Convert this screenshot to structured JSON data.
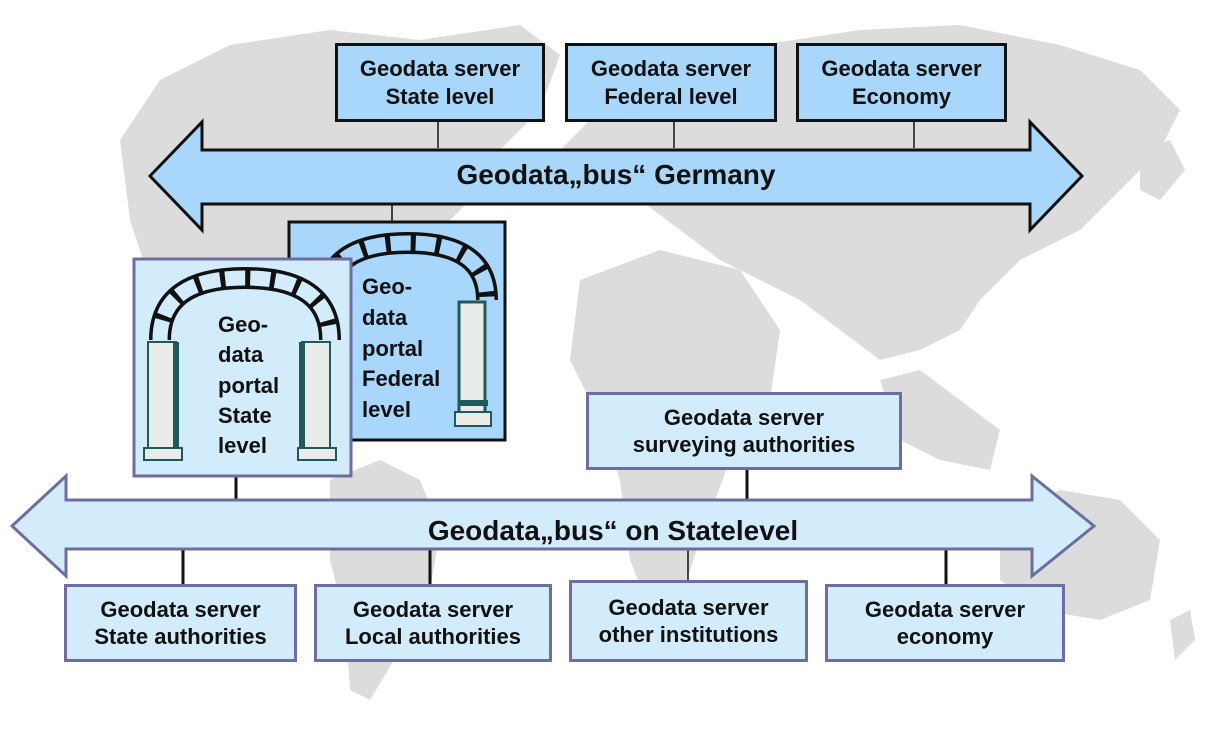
{
  "colors": {
    "map": "#dcdcdc",
    "bus_fill_top": "#a9d6fb",
    "bus_fill_state": "#d3ecfb",
    "box_border_state": "#6d6da0",
    "portal_federal_bg": "#a9d6fb",
    "portal_state_bg": "#d3ecfb",
    "arch_dark": "#1f5a5a"
  },
  "federal_bus": {
    "label": "Geodata„bus“ Germany",
    "servers": [
      {
        "line1": "Geodata server",
        "line2": "State level"
      },
      {
        "line1": "Geodata server",
        "line2": "Federal level"
      },
      {
        "line1": "Geodata server",
        "line2": "Economy"
      }
    ]
  },
  "portals": {
    "federal": {
      "lines": [
        "Geo-",
        "data",
        "portal",
        "Federal",
        "level"
      ]
    },
    "state": {
      "lines": [
        "Geo-",
        "data",
        "portal",
        "State",
        "level"
      ]
    }
  },
  "surveying_server": {
    "line1": "Geodata server",
    "line2": "surveying  authorities"
  },
  "state_bus": {
    "label": "Geodata„bus“ on Statelevel",
    "servers": [
      {
        "line1": "Geodata server",
        "line2": "State authorities"
      },
      {
        "line1": "Geodata server",
        "line2": "Local authorities"
      },
      {
        "line1": "Geodata server",
        "line2": "other institutions"
      },
      {
        "line1": "Geodata server",
        "line2": "economy"
      }
    ]
  }
}
